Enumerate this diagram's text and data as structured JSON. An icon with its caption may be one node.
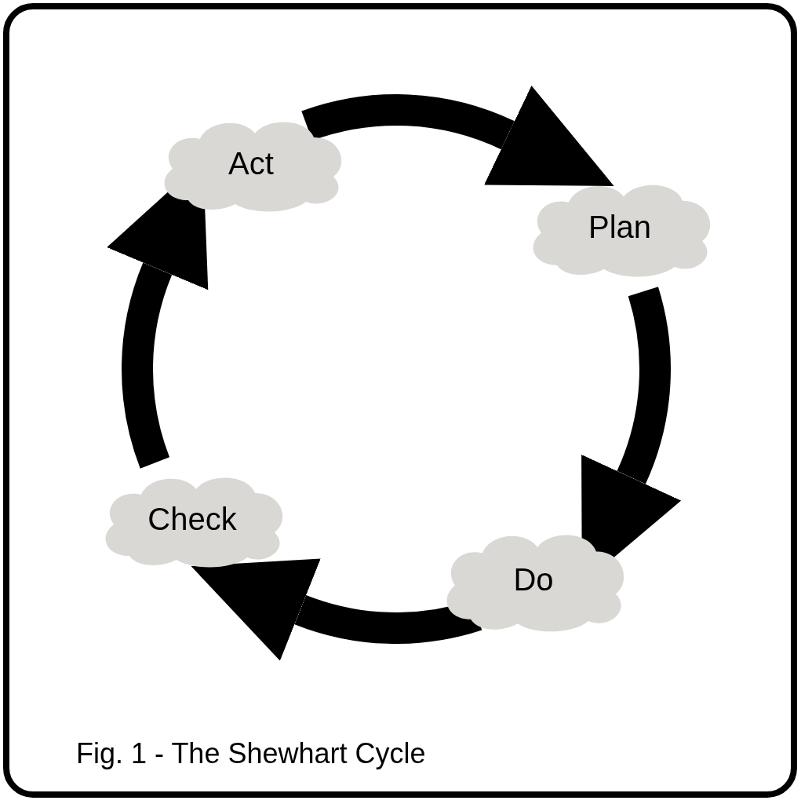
{
  "diagram": {
    "caption": "Fig. 1 - The Shewhart Cycle",
    "nodes": [
      {
        "text": [
          "Act"
        ]
      },
      {
        "text": [
          "Plan"
        ]
      },
      {
        "text": [
          "Do"
        ]
      },
      {
        "text": [
          "Check"
        ]
      }
    ],
    "edges": [
      {
        "from": 0,
        "to": 1,
        "arrow": "to"
      },
      {
        "from": 1,
        "to": 2,
        "arrow": "to"
      },
      {
        "from": 2,
        "to": 3,
        "arrow": "to"
      },
      {
        "from": 3,
        "to": 0,
        "arrow": "to"
      }
    ]
  }
}
